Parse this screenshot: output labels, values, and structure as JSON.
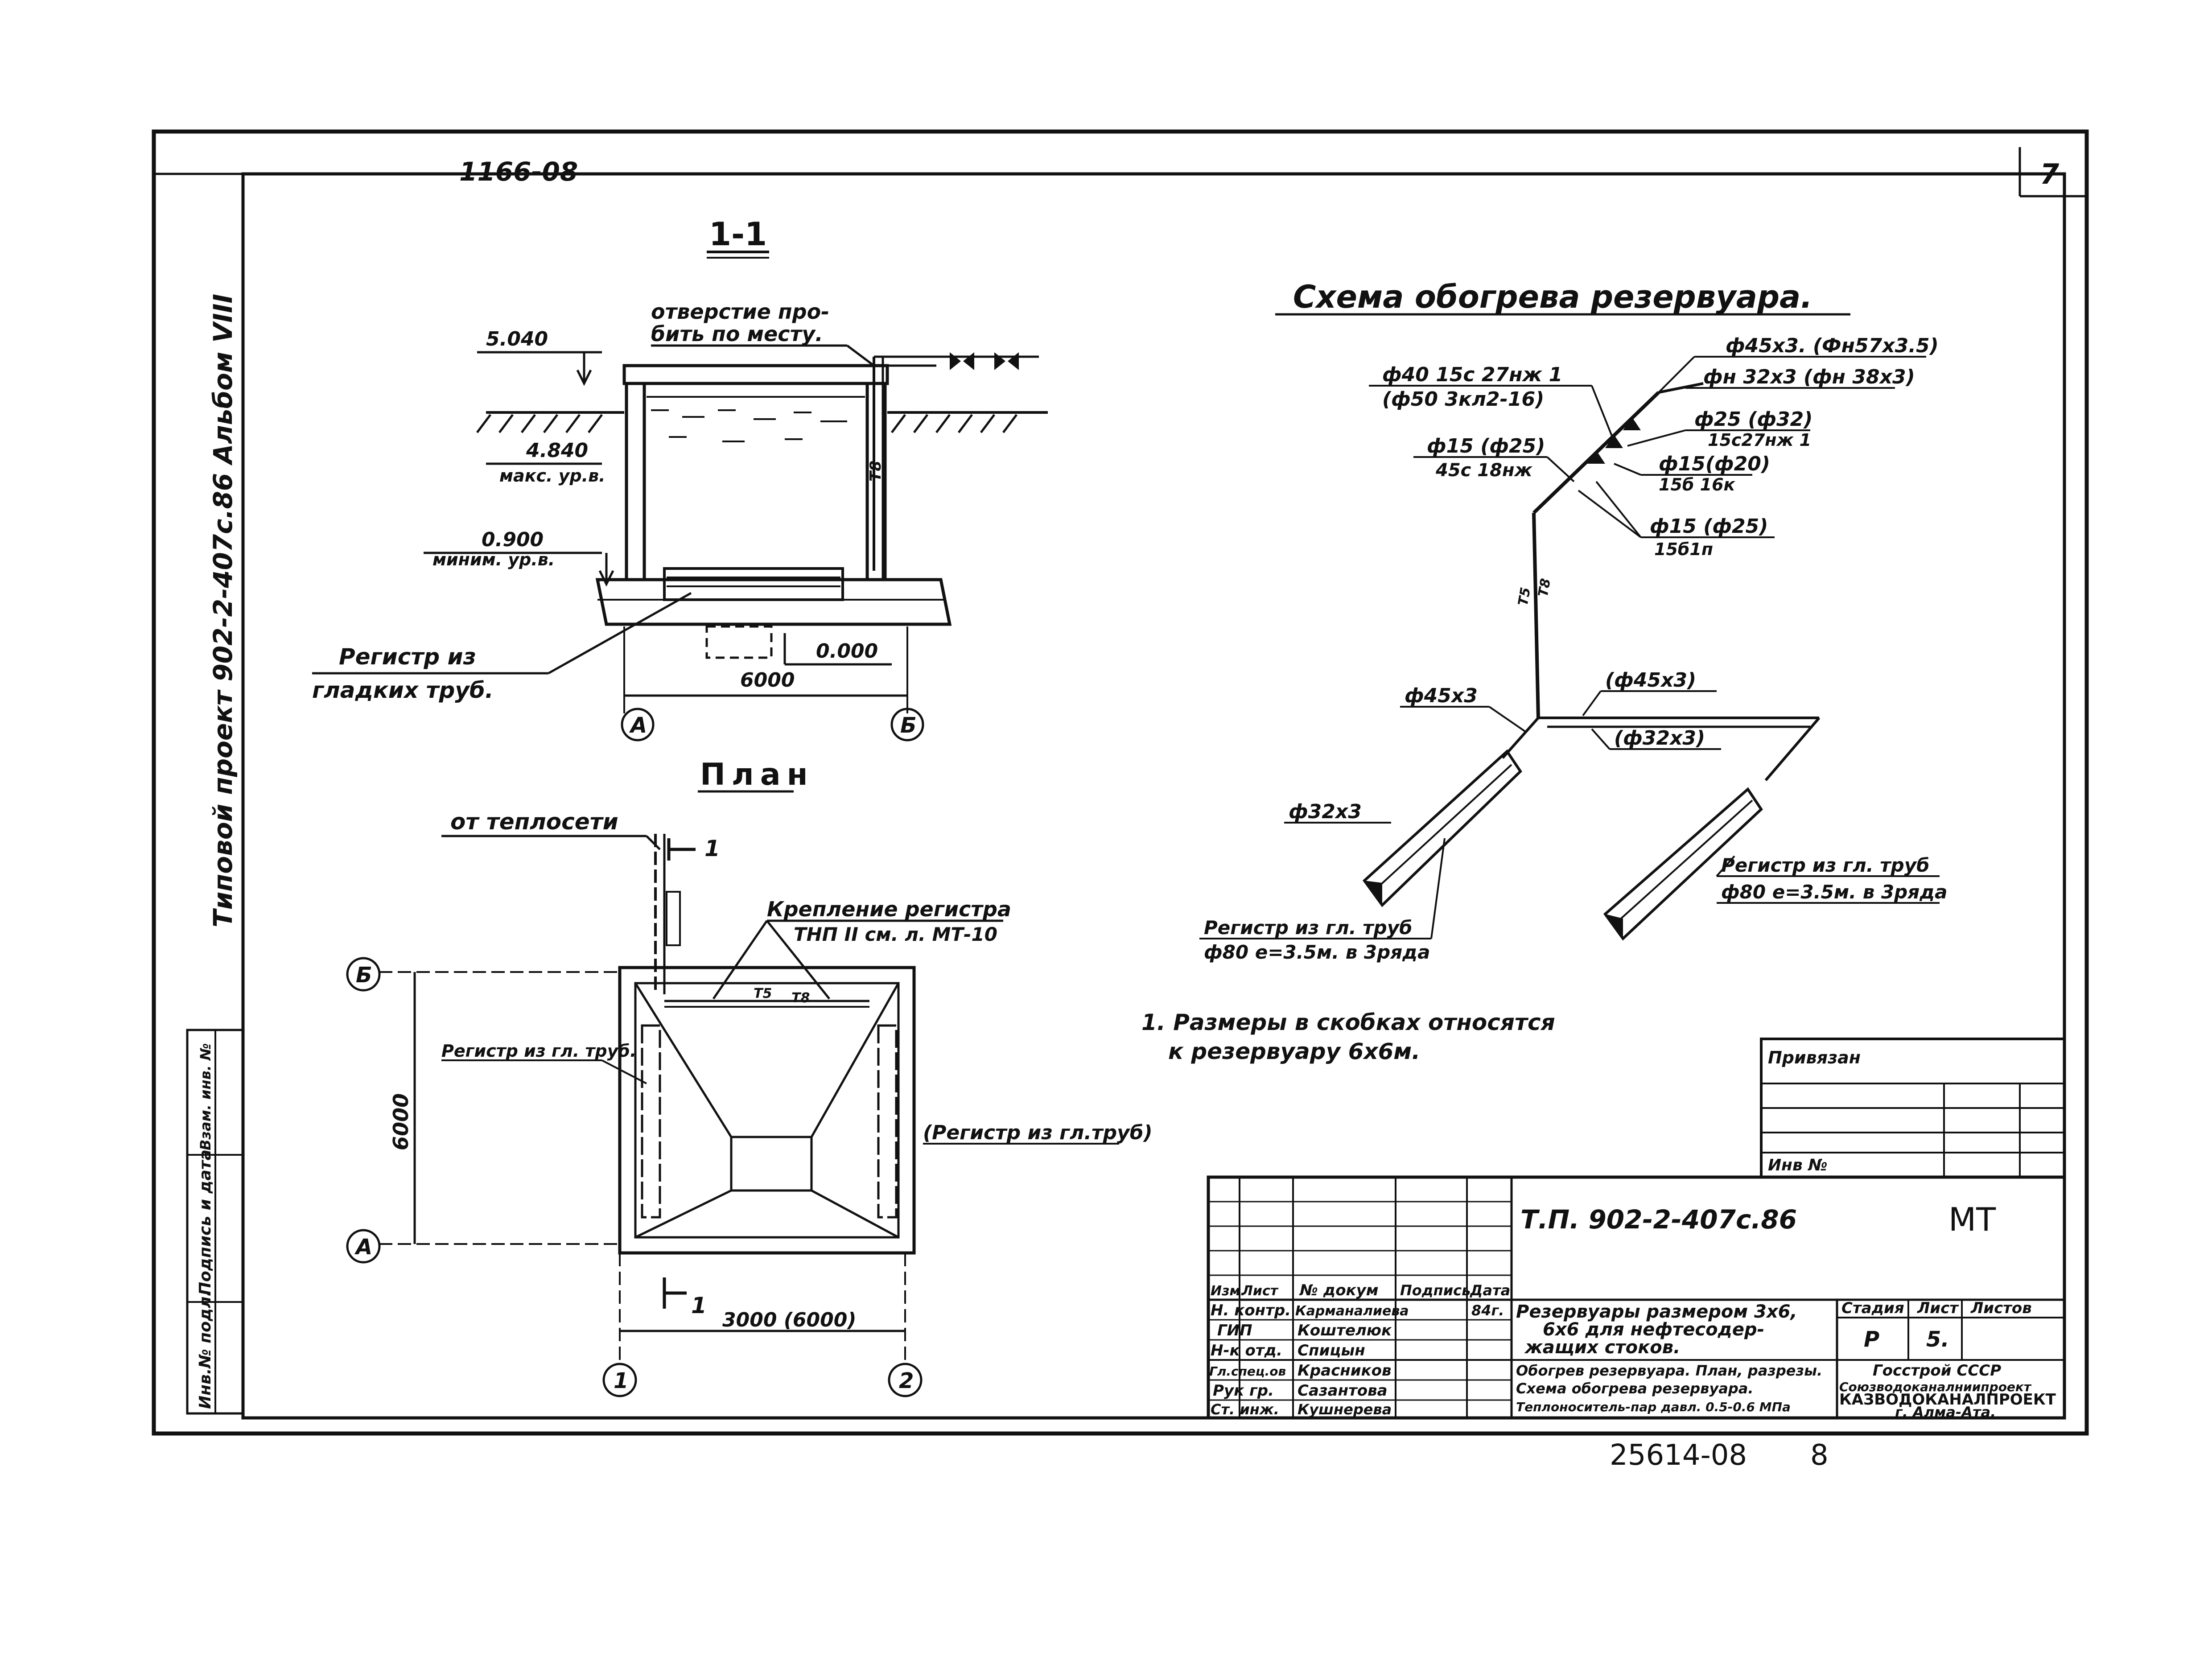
{
  "sheet": {
    "top_number": "1166-08",
    "sheet_corner": "7",
    "side_text": "Типовой проект 902-2-407с.86 Альбом VIII",
    "bottom_numbers": "25614-08",
    "bottom_page": "8"
  },
  "section": {
    "title": "1-1",
    "elev_top": "5.040",
    "elev_max": "4.840",
    "elev_max_label": "макс. ур.в.",
    "elev_min": "0.900",
    "elev_min_label": "миним. ур.в.",
    "elev_zero": "0.000",
    "hole_note_1": "отверстие про-",
    "hole_note_2": "бить по месту.",
    "pipe_mark": "Т8",
    "register_1": "Регистр из",
    "register_2": "гладких труб.",
    "dim": "6000",
    "axis_a": "А",
    "axis_b": "Б"
  },
  "plan": {
    "title": "План",
    "from_heating": "от теплосети",
    "section_mark": "1",
    "fixing_1": "Крепление регистра",
    "fixing_2": "ТНП II см. л. МТ-10",
    "reg_left": "Регистр из гл. труб.",
    "reg_right": "(Регистр из гл.труб)",
    "pipe_t5": "Т5",
    "pipe_t8": "Т8",
    "dim_v": "6000",
    "dim_h": "3000 (6000)",
    "axis_b": "Б",
    "axis_a": "А",
    "axis_1": "1",
    "axis_2": "2"
  },
  "scheme": {
    "title": "Схема обогрева резервуара.",
    "l1a": "ф45х3. (Фн57х3.5)",
    "l1b": "фн 32х3 (фн 38х3)",
    "l2a": "ф40 15с 27нж 1",
    "l2b": "(ф50 3кл2-16)",
    "l3a": "ф25 (ф32)",
    "l3b": "15с27нж 1",
    "l4a": "ф15 (ф25)",
    "l4b": "45с 18нж",
    "l5a": "ф15(ф20)",
    "l5b": "15б 16к",
    "l6a": "ф15 (ф25)",
    "l6b": "15б1п",
    "l7": "ф45х3",
    "l8": "(ф45х3)",
    "l9": "(ф32х3)",
    "l10": "ф32х3",
    "reg_r1": "Регистр из гл. труб",
    "reg_r2": "ф80 е=3.5м. в 3ряда",
    "reg_l1": "Регистр из гл. труб",
    "reg_l2": "ф80 е=3.5м. в 3ряда",
    "t5": "Т5",
    "t8": "Т8"
  },
  "note": {
    "line1": "1. Размеры в скобках относятся",
    "line2": "к резервуару 6х6м."
  },
  "stamp_side": {
    "privyazan": "Привязан",
    "inv": "Инв №"
  },
  "title_block": {
    "code": "Т.П. 902-2-407с.86",
    "mark": "МТ",
    "h_izm": "Изм.",
    "h_list": "Лист",
    "h_doc": "№ докум",
    "h_sign": "Подпись",
    "h_date": "Дата",
    "r1_role": "Н. контр.",
    "r1_name": "Карманалиева",
    "r1_date": "84г.",
    "r2_role": "ГИП",
    "r2_name": "Коштелюк",
    "r3_role": "Н-к отд.",
    "r3_name": "Спицын",
    "r4_role": "Гл.спец.ов",
    "r4_name": "Красников",
    "r5_role": "Рук гр.",
    "r5_name": "Сазантова",
    "r6_role": "Ст. инж.",
    "r6_name": "Кушнерева",
    "desc1_1": "Резервуары размером 3х6,",
    "desc1_2": "6х6 для нефтесодер-",
    "desc1_3": "жащих стоков.",
    "desc2_1": "Обогрев резервуара. План, разрезы.",
    "desc2_2": "Схема обогрева резервуара.",
    "desc2_3": "Теплоноситель-пар давл. 0.5-0.6 МПа",
    "stage_h": "Стадия",
    "sheet_h": "Лист",
    "sheets_h": "Листов",
    "stage": "Р",
    "sheet": "5.",
    "org1": "Госстрой СССР",
    "org2": "Союзводоканалниипроект",
    "org3": "КАЗВОДОКАНАЛПРОЕКТ",
    "org4": "г. Алма-Ата."
  },
  "side_stamp": {
    "c1": "Инв.№ подл.",
    "c2": "Подпись и дата",
    "c3": "Взам. инв. №"
  }
}
